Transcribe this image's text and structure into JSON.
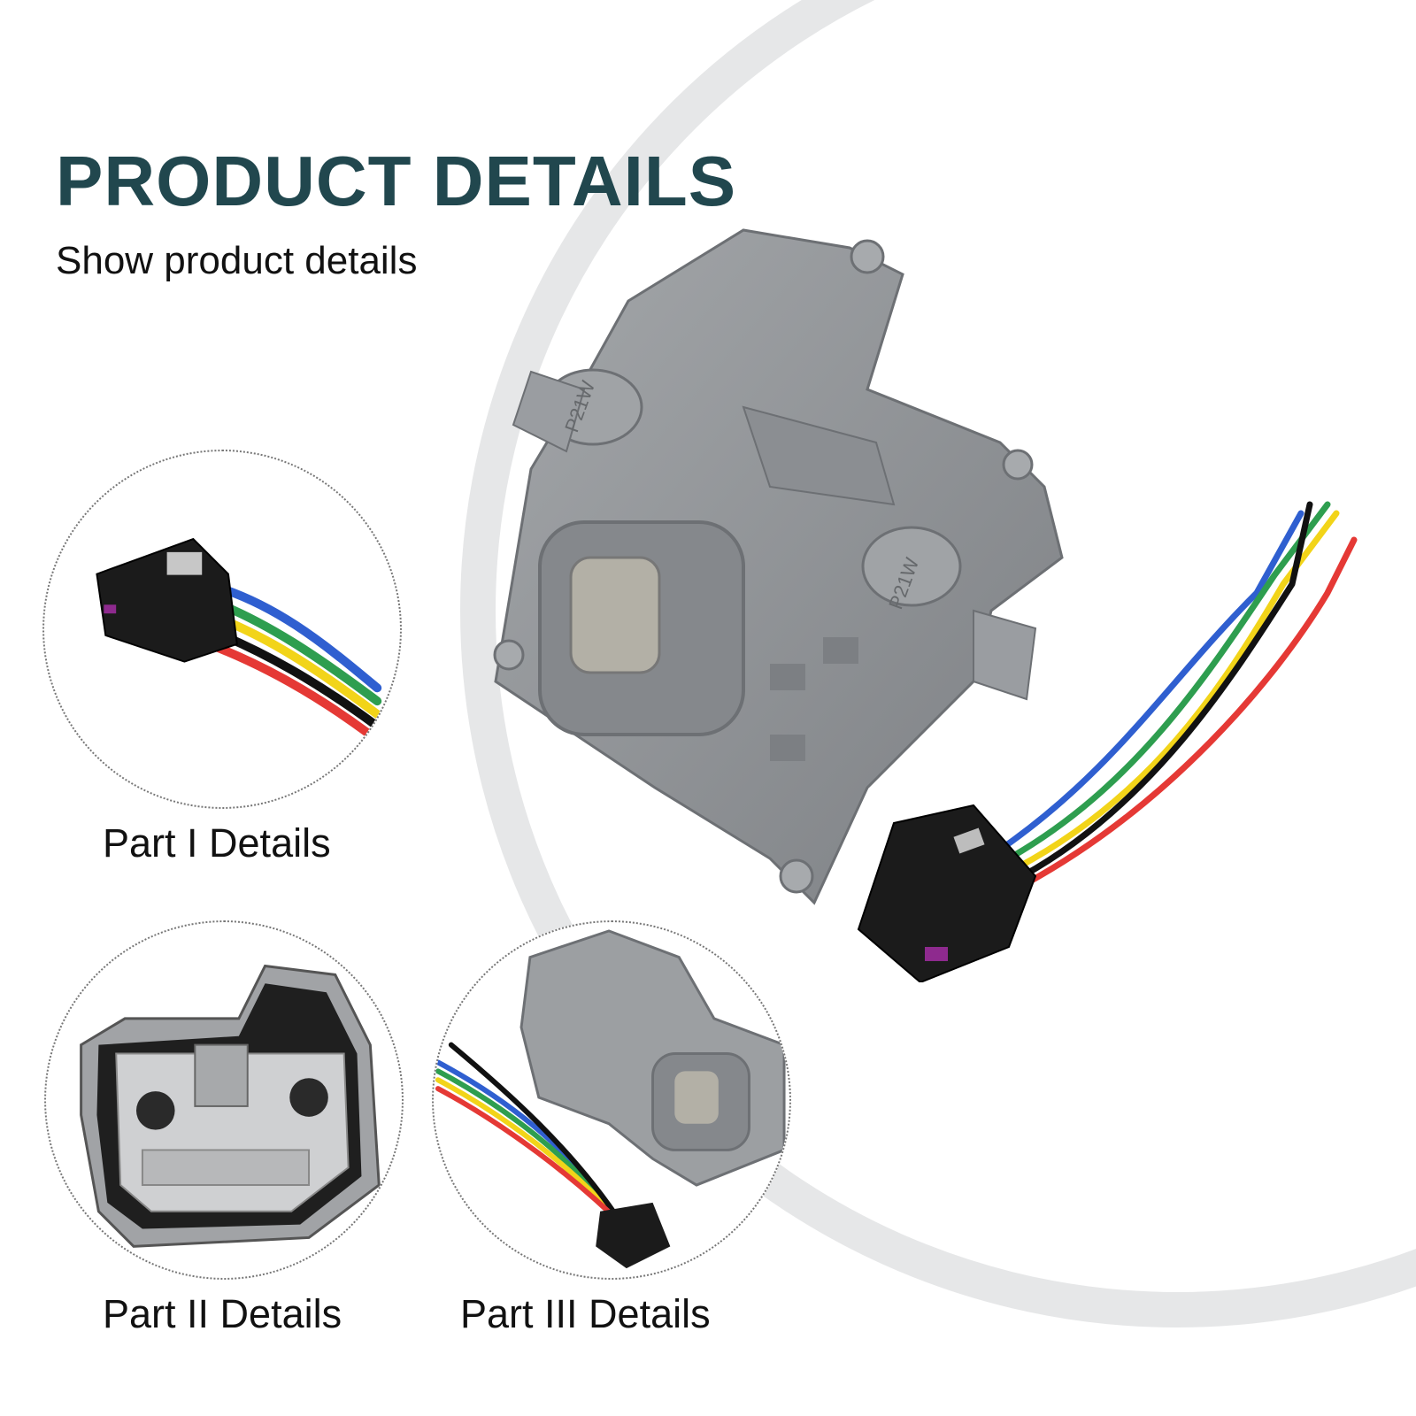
{
  "header": {
    "title": "PRODUCT DETAILS",
    "subtitle": "Show product details"
  },
  "details": [
    {
      "caption": "Part I Details"
    },
    {
      "caption": "Part II Details"
    },
    {
      "caption": "Part III Details"
    }
  ],
  "product": {
    "bulb_label": "P21W"
  },
  "colors": {
    "heading": "#21474e",
    "housing": "#8f9296",
    "connector": "#1b1b1b",
    "wire_red": "#e53935",
    "wire_yellow": "#f2d419",
    "wire_green": "#2e9e4f",
    "wire_blue": "#2f5fd0",
    "wire_black": "#111111"
  }
}
